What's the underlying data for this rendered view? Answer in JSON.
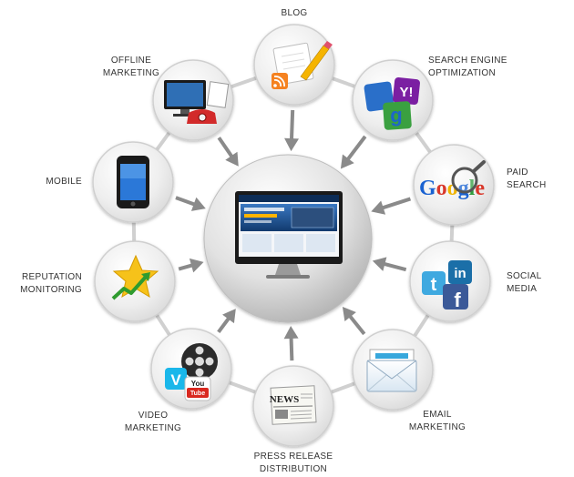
{
  "center": {
    "name": "website"
  },
  "nodes": [
    {
      "id": "blog",
      "lines": [
        "BLOG"
      ],
      "icon": "notepad-pencil-rss-icon"
    },
    {
      "id": "seo",
      "lines": [
        "SEARCH ENGINE",
        "OPTIMIZATION"
      ],
      "icon": "search-engines-icon"
    },
    {
      "id": "paid-search",
      "lines": [
        "PAID",
        "SEARCH"
      ],
      "icon": "google-magnifier-icon"
    },
    {
      "id": "social-media",
      "lines": [
        "SOCIAL",
        "MEDIA"
      ],
      "icon": "social-media-icon"
    },
    {
      "id": "email",
      "lines": [
        "EMAIL",
        "MARKETING"
      ],
      "icon": "envelope-icon"
    },
    {
      "id": "press",
      "lines": [
        "PRESS RELEASE",
        "DISTRIBUTION"
      ],
      "icon": "newspaper-icon"
    },
    {
      "id": "video",
      "lines": [
        "VIDEO",
        "MARKETING"
      ],
      "icon": "film-reel-icon"
    },
    {
      "id": "reputation",
      "lines": [
        "REPUTATION",
        "MONITORING"
      ],
      "icon": "star-trend-icon"
    },
    {
      "id": "mobile",
      "lines": [
        "MOBILE"
      ],
      "icon": "smartphone-icon"
    },
    {
      "id": "offline",
      "lines": [
        "OFFLINE",
        "MARKETING"
      ],
      "icon": "tv-phone-icon"
    }
  ],
  "icon_text": {
    "google": "Google",
    "yahoo": "Y!",
    "twitter": "t",
    "linkedin": "in",
    "facebook": "f",
    "news": "NEWS",
    "vimeo": "V",
    "youtube_you": "You",
    "youtube_tube": "Tube",
    "rss": "rss"
  },
  "colors": {
    "node_fill": "#ececec",
    "node_ring": "#cfcfcf",
    "connector": "#d0d0d0",
    "arrow": "#8a8a8a",
    "label": "#333333",
    "screen_blue": "#1d5fa8"
  }
}
